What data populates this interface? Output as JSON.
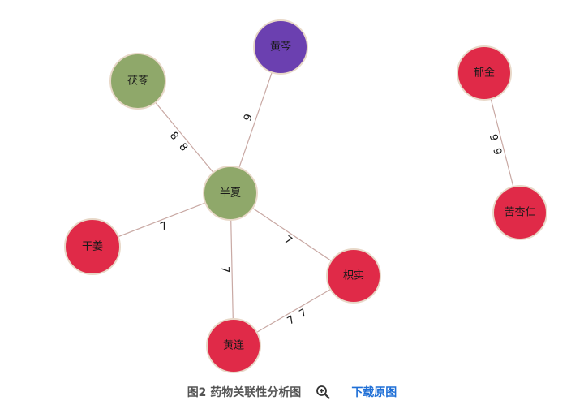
{
  "nodes": [
    {
      "id": "banxia",
      "label": "半夏",
      "color": "#8fa86a"
    },
    {
      "id": "fuling",
      "label": "茯苓",
      "color": "#8fa86a"
    },
    {
      "id": "huangqin",
      "label": "黄芩",
      "color": "#6b40b0"
    },
    {
      "id": "ganjiang",
      "label": "干姜",
      "color": "#e02a48"
    },
    {
      "id": "zhishi",
      "label": "枳实",
      "color": "#e02a48"
    },
    {
      "id": "huanglian",
      "label": "黄连",
      "color": "#e02a48"
    },
    {
      "id": "yujin",
      "label": "郁金",
      "color": "#e02a48"
    },
    {
      "id": "kuxingren",
      "label": "苦杏仁",
      "color": "#e02a48"
    }
  ],
  "edges": [
    {
      "source": "fuling",
      "target": "banxia",
      "labels": [
        "8",
        "8"
      ]
    },
    {
      "source": "huangqin",
      "target": "banxia",
      "labels": [
        "9"
      ]
    },
    {
      "source": "ganjiang",
      "target": "banxia",
      "labels": [
        "7"
      ]
    },
    {
      "source": "banxia",
      "target": "zhishi",
      "labels": [
        "7"
      ]
    },
    {
      "source": "banxia",
      "target": "huanglian",
      "labels": [
        "7"
      ]
    },
    {
      "source": "huanglian",
      "target": "zhishi",
      "labels": [
        "7",
        "7"
      ]
    },
    {
      "source": "yujin",
      "target": "kuxingren",
      "labels": [
        "9",
        "9"
      ]
    }
  ],
  "caption": {
    "title": "图2 药物关联性分析图",
    "zoom_icon": "magnifier-plus-icon",
    "download_label": "下载原图"
  },
  "colors": {
    "edge": "#c9a9a4",
    "node_stroke": "#e8d8c8",
    "link": "#1f6fd6"
  }
}
